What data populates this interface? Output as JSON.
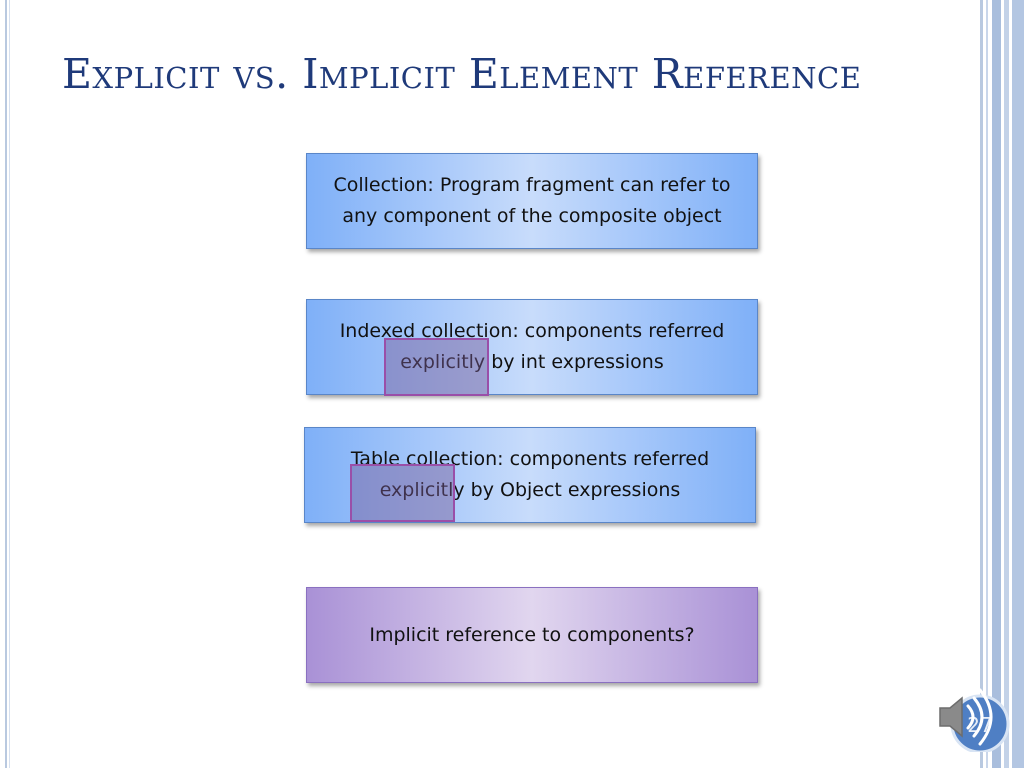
{
  "slide": {
    "title": "Explicit vs. Implicit Element Reference",
    "boxes": [
      {
        "line1": "Collection: Program fragment can refer to",
        "line2": "any component of the composite object"
      },
      {
        "line1": "Indexed collection: components referred",
        "line2": "explicitly by int expressions"
      },
      {
        "line1": "Table collection: components referred",
        "line2": "explicitly by Object expressions"
      },
      {
        "line1": "Implicit reference to components?",
        "line2": ""
      }
    ],
    "page_number": "27"
  },
  "colors": {
    "title": "#1f3a7a",
    "blue_box": "#7fb0f8",
    "purple_box": "#a991d6",
    "highlight": "#9a4fa8"
  },
  "icons": [
    "speaker-icon"
  ]
}
